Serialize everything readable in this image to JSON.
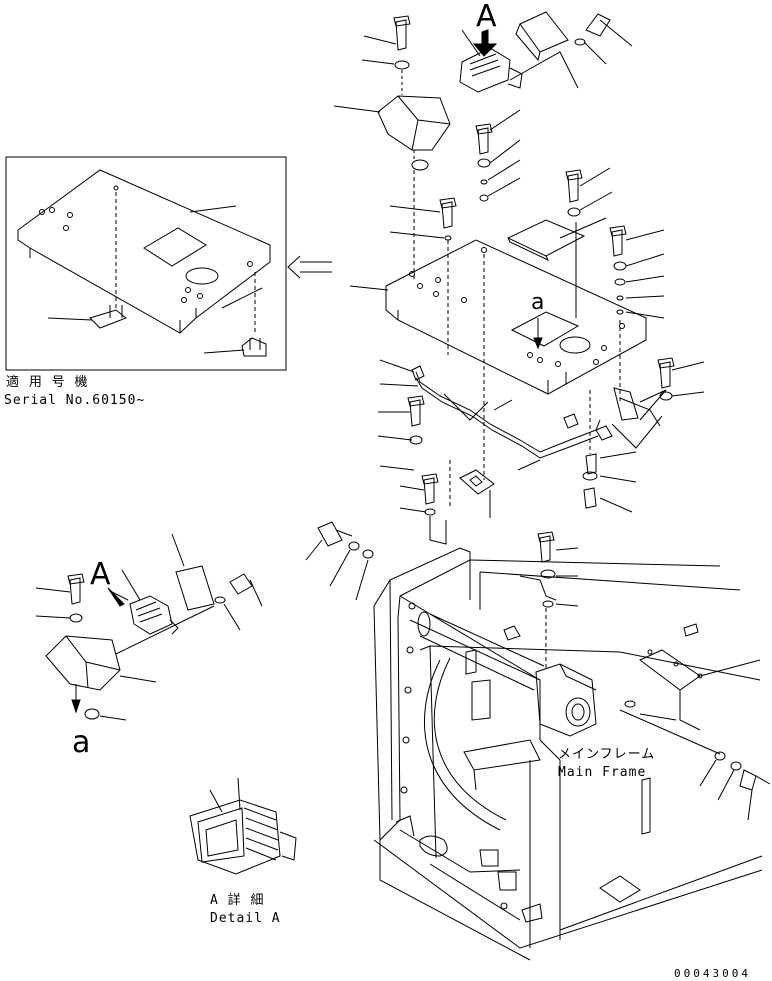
{
  "labels": {
    "view_a_top": "A",
    "view_a_left": "A",
    "detail_a_ref_lower": "a",
    "detail_a_ref_upper": "a"
  },
  "inset": {
    "applicable_jp": "適 用 号 機",
    "serial": "Serial No.60150~"
  },
  "main_frame": {
    "jp": "メインフレーム",
    "en": "Main Frame"
  },
  "detail": {
    "jp": "A 詳 細",
    "en": "Detail A"
  },
  "drawing_number": "00043004"
}
